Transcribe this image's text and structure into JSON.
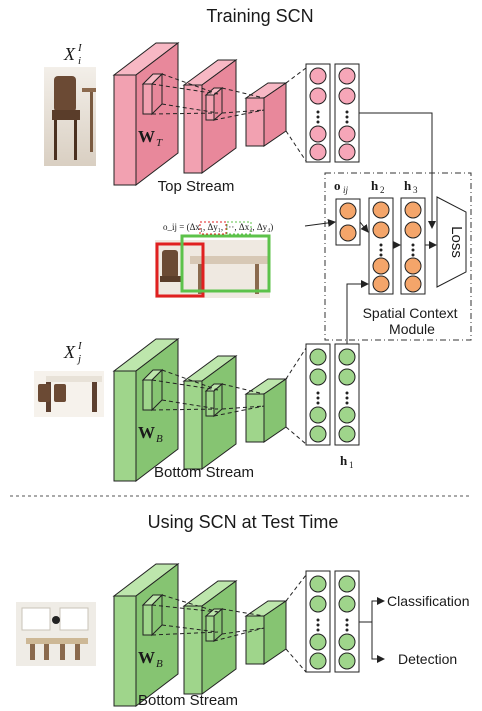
{
  "titles": {
    "training": "Training SCN",
    "test": "Using SCN at Test Time"
  },
  "labels": {
    "image_i": "X",
    "image_i_sub": "i",
    "image_i_sup": "I",
    "image_j": "X",
    "image_j_sub": "j",
    "image_j_sup": "I",
    "weight_top": "W",
    "weight_top_sub": "T",
    "weight_bottom": "W",
    "weight_bottom_sub": "B",
    "weight_test": "W",
    "weight_test_sub": "B",
    "top_stream": "Top Stream",
    "bottom_stream": "Bottom Stream",
    "test_stream": "Bottom Stream",
    "h1": "h",
    "h1_sub": "1",
    "h2": "h",
    "h2_sub": "2",
    "h3": "h",
    "h3_sub": "3",
    "o_ij": "o",
    "o_ij_sub": "ij",
    "offset_formula": "o_ij = (Δx₁, Δy₁, ···, Δx₄, Δy₄)",
    "loss": "Loss",
    "module_line1": "Spatial Context",
    "module_line2": "Module",
    "classification": "Classification",
    "detection": "Detection"
  },
  "colors": {
    "top_stream": "#f2a1b1",
    "top_stream_dark": "#e8889b",
    "top_node": "#f6a6b8",
    "bottom_stream": "#9fd58b",
    "bottom_stream_dark": "#86c472",
    "bottom_node": "#9fd58b",
    "module_node": "#f4a56a",
    "bbox_red": "#e02020",
    "bbox_green": "#5cc24a"
  }
}
